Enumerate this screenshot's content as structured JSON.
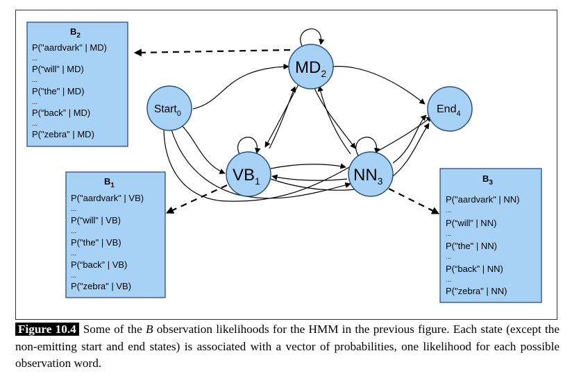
{
  "diagram": {
    "states": [
      {
        "id": "start",
        "label": "Start",
        "sub": "0"
      },
      {
        "id": "md",
        "label": "MD",
        "sub": "2"
      },
      {
        "id": "vb",
        "label": "VB",
        "sub": "1"
      },
      {
        "id": "nn",
        "label": "NN",
        "sub": "3"
      },
      {
        "id": "end",
        "label": "End",
        "sub": "4"
      }
    ],
    "boxes": [
      {
        "id": "b2",
        "title": "B",
        "sub": "2",
        "lines": [
          "P(\"aardvark\" | MD)",
          "P(“will” | MD)",
          "P(\"the\" | MD)",
          "P(“back” | MD)",
          "P(\"zebra\" | MD)"
        ],
        "dots": "..."
      },
      {
        "id": "b1",
        "title": "B",
        "sub": "1",
        "lines": [
          "P(\"aardvark\" | VB)",
          "P(“will” | VB)",
          "P(\"the\" | VB)",
          "P(“back” | VB)",
          "P(\"zebra\" | VB)"
        ],
        "dots": "..."
      },
      {
        "id": "b3",
        "title": "B",
        "sub": "3",
        "lines": [
          "P(\"aardvark\" | NN)",
          "P(“will” | NN)",
          "P(\"the\" | NN)",
          "P(“back” | NN)",
          "P(\"zebra\" | NN)"
        ],
        "dots": "..."
      }
    ]
  },
  "caption": {
    "label": "Figure 10.4",
    "text_before": "Some of the ",
    "italic": "B",
    "text_after": " observation likelihoods for the HMM in the previous figure. Each state (except the non-emitting start and end states) is associated with a vector of probabilities, one likelihood for each possible observation word."
  },
  "colors": {
    "state_fill": "#a7d2f6",
    "state_stroke": "#2a4f78"
  }
}
